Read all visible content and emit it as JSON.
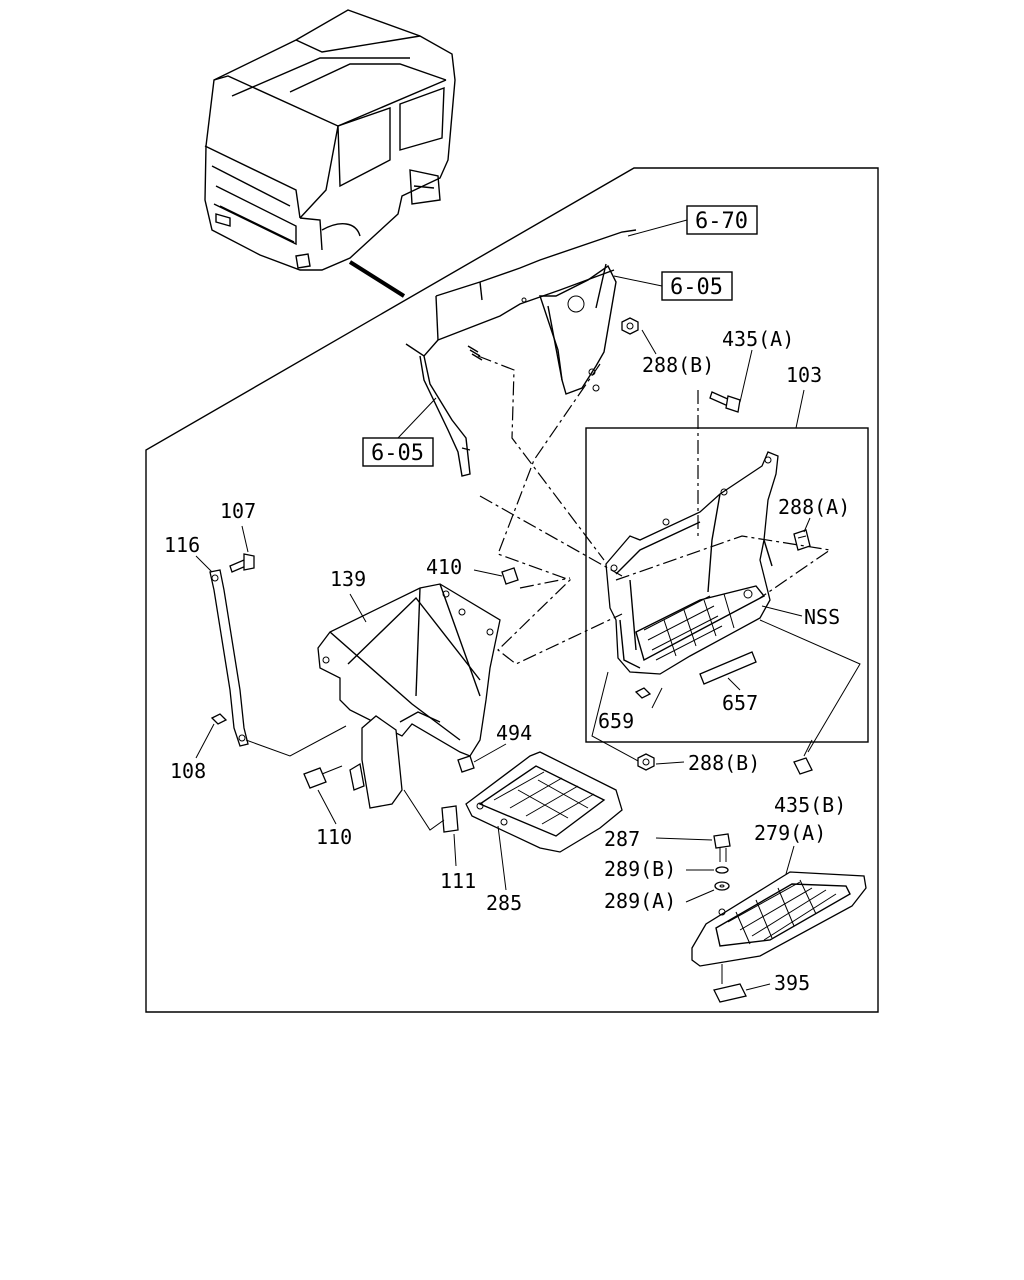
{
  "labels": {
    "ref_6_70": "6-70",
    "ref_6_05_top": "6-05",
    "ref_6_05_left": "6-05",
    "p435A": "435(A)",
    "p288B_top": "288(B)",
    "p103": "103",
    "p288A": "288(A)",
    "pNSS": "NSS",
    "p657": "657",
    "p659": "659",
    "p288B_bottom": "288(B)",
    "p435B": "435(B)",
    "p107": "107",
    "p116": "116",
    "p139": "139",
    "p410": "410",
    "p494": "494",
    "p108": "108",
    "p110": "110",
    "p111": "111",
    "p285": "285",
    "p287": "287",
    "p289B": "289(B)",
    "p289A": "289(A)",
    "p279A": "279(A)",
    "p395": "395"
  }
}
